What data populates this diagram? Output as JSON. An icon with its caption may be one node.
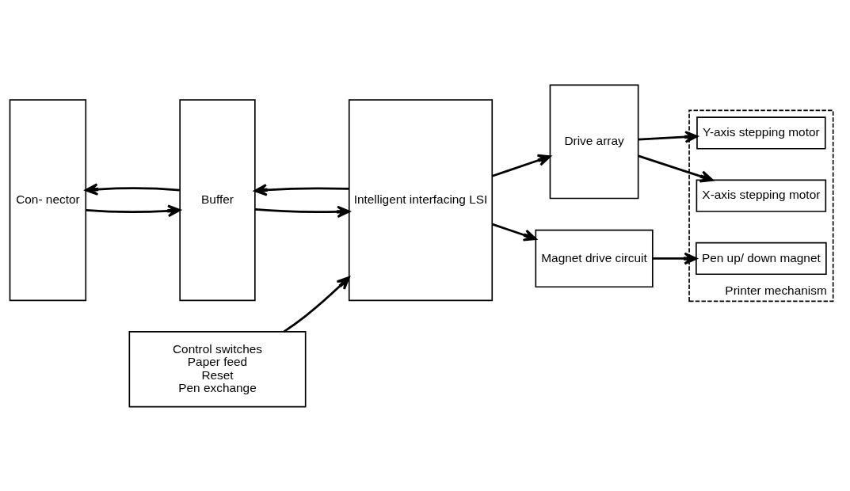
{
  "diagram": {
    "nodes": [
      {
        "text": [
          "Con- nector"
        ]
      },
      {
        "text": [
          "Buffer"
        ]
      },
      {
        "text": [
          "Intelligent interfacing LSI"
        ]
      },
      {
        "text": [
          "Drive array"
        ]
      },
      {
        "text": [
          "Magnet drive circuit"
        ]
      },
      {
        "text": [
          "Printer mechanism"
        ]
      },
      {
        "text": [
          "Y-axis stepping motor"
        ],
        "in": 5
      },
      {
        "text": [
          "X-axis stepping motor"
        ],
        "in": 5
      },
      {
        "text": [
          "Pen up/ down magnet"
        ],
        "in": 5
      },
      {
        "text": [
          "Control switches",
          "Paper feed",
          "Reset",
          "Pen exchange"
        ]
      }
    ],
    "edges": [
      {
        "from": 0,
        "to": 1,
        "arrow": "to"
      },
      {
        "from": 1,
        "to": 2,
        "arrow": "to"
      },
      {
        "from": 2,
        "to": 3,
        "arrow": "to"
      },
      {
        "from": 3,
        "to": 6,
        "arrow": "to"
      },
      {
        "from": 3,
        "to": 7,
        "arrow": "to"
      },
      {
        "from": 2,
        "to": 4,
        "arrow": "to"
      },
      {
        "from": 4,
        "to": 8,
        "arrow": "to"
      },
      {
        "from": 2,
        "to": 1,
        "arrow": "to"
      },
      {
        "from": 1,
        "to": 0,
        "arrow": "to"
      },
      {
        "from": 9,
        "to": 2,
        "arrow": "to"
      }
    ]
  }
}
